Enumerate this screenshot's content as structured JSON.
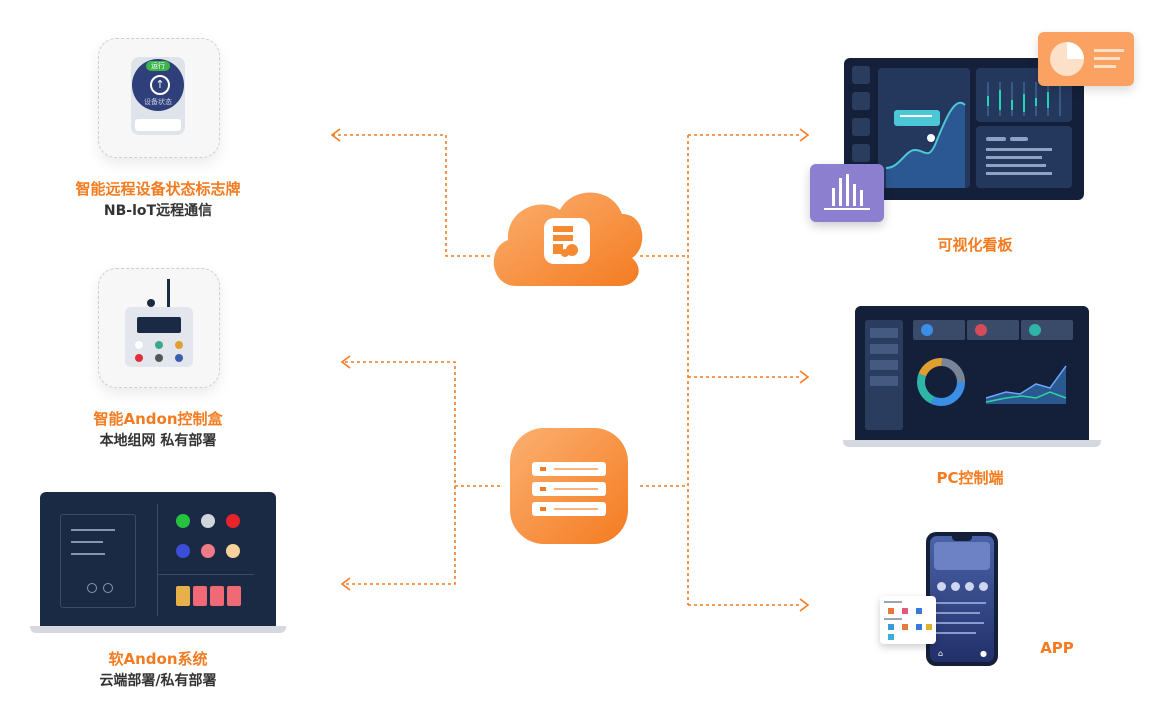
{
  "left_items": [
    {
      "title": "智能远程设备状态标志牌",
      "subtitle": "NB-loT远程通信"
    },
    {
      "title": "智能Andon控制盒",
      "subtitle": "本地组网 私有部署"
    },
    {
      "title": "软Andon系统",
      "subtitle": "云端部署/私有部署"
    }
  ],
  "device_sign": {
    "badge": "运行",
    "status_text": "设备状态"
  },
  "right_items": [
    {
      "title": "可视化看板"
    },
    {
      "title": "PC控制端"
    },
    {
      "title": "APP"
    }
  ],
  "colors": {
    "accent": "#f47b20",
    "dark_navy": "#1b2a44",
    "purple": "#8c7fd0",
    "orange_light": "#fbb071"
  },
  "icons": [
    "cloud-server-icon",
    "server-stack-icon",
    "bar-chart-icon",
    "pie-chart-icon",
    "home-icon",
    "user-icon"
  ]
}
